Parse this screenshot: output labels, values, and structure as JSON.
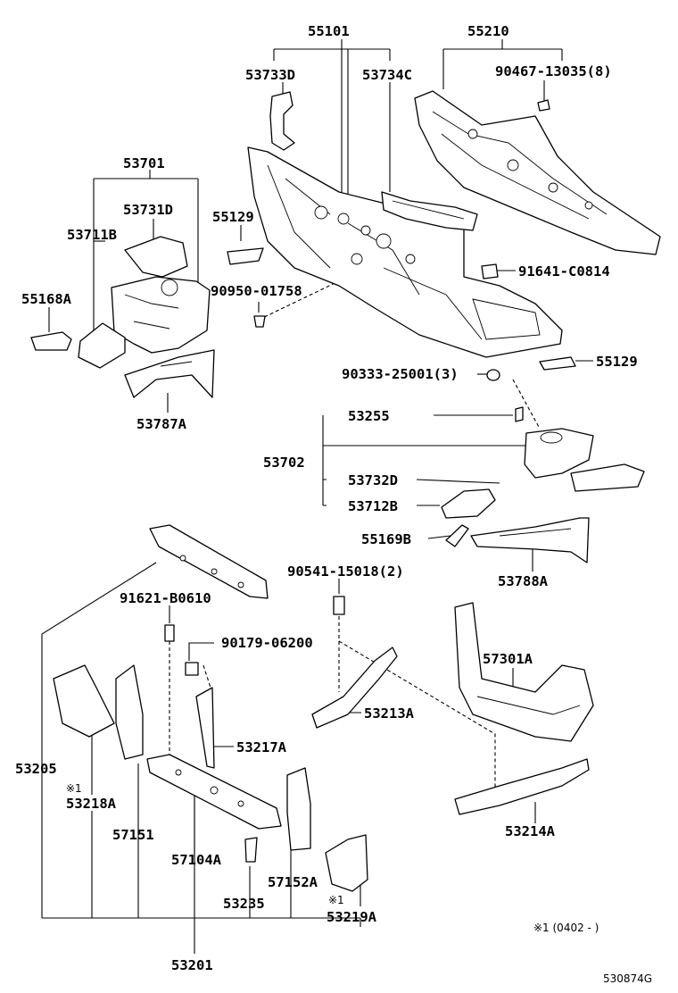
{
  "labels": {
    "p55101": "55101",
    "p55210": "55210",
    "p53733D": "53733D",
    "p53734C": "53734C",
    "p90467": "90467-13035(8)",
    "p53701": "53701",
    "p53731D": "53731D",
    "p53711B": "53711B",
    "p55129a": "55129",
    "p55168A": "55168A",
    "p90950": "90950-01758",
    "p91641": "91641-C0814",
    "p53787A": "53787A",
    "p55129b": "55129",
    "p90333": "90333-25001(3)",
    "p53255": "53255",
    "p53702": "53702",
    "p53732D": "53732D",
    "p53712B": "53712B",
    "p55169B": "55169B",
    "p90541": "90541-15018(2)",
    "p53788A": "53788A",
    "p91621": "91621-B0610",
    "p90179": "90179-06200",
    "p57301A": "57301A",
    "p53213A": "53213A",
    "p53217A": "53217A",
    "p53205": "53205",
    "p53218A": "53218A",
    "p57151": "57151",
    "p57104A": "57104A",
    "p53214A": "53214A",
    "p57152A": "57152A",
    "p53235": "53235",
    "p53219A": "53219A",
    "p53201": "53201"
  },
  "notes": {
    "mark1a": "※1",
    "mark1b": "※1",
    "footnote": "※1 (0402 -       )",
    "figure_code": "530874G"
  }
}
